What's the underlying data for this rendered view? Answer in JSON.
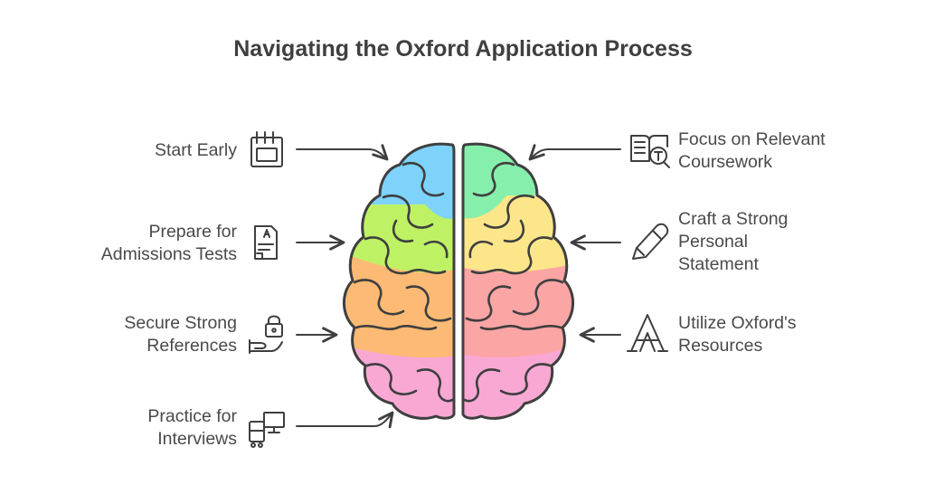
{
  "title": "Navigating the Oxford Application Process",
  "left_steps": [
    {
      "label": "Start Early",
      "icon": "calendar-icon"
    },
    {
      "label": "Prepare for\nAdmissions Tests",
      "icon": "test-document-icon"
    },
    {
      "label": "Secure Strong\nReferences",
      "icon": "lock-hand-icon"
    },
    {
      "label": "Practice for\nInterviews",
      "icon": "video-call-icon"
    }
  ],
  "right_steps": [
    {
      "label": "Focus on Relevant\nCoursework",
      "icon": "book-search-icon"
    },
    {
      "label": "Craft a Strong\nPersonal\nStatement",
      "icon": "pen-icon"
    },
    {
      "label": "Utilize Oxford's\nResources",
      "icon": "letter-a-icon"
    }
  ],
  "colors": {
    "blue": "#7dd3fc",
    "mint": "#86efac",
    "lime": "#bef264",
    "yellow": "#fde68a",
    "orange": "#fdba74",
    "salmon": "#fca5a5",
    "pink": "#f9a8d4",
    "stroke": "#3f3f3f"
  }
}
